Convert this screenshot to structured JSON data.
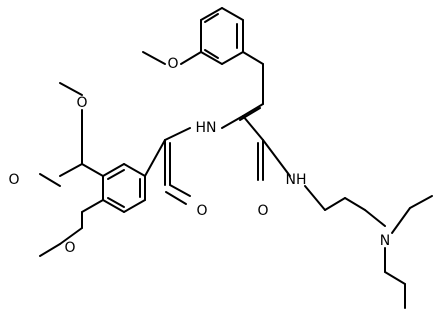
{
  "molecule": {
    "atoms": {
      "o_top_methoxy": "O",
      "o_left_methoxy": "O",
      "o_bottom_methoxy": "O",
      "o_phenyl_methoxy": "O",
      "n_amide_left": "HN",
      "n_amide_right": "NH",
      "o_carbonyl_left": "O",
      "o_carbonyl_right": "O",
      "n_amine": "N"
    }
  }
}
